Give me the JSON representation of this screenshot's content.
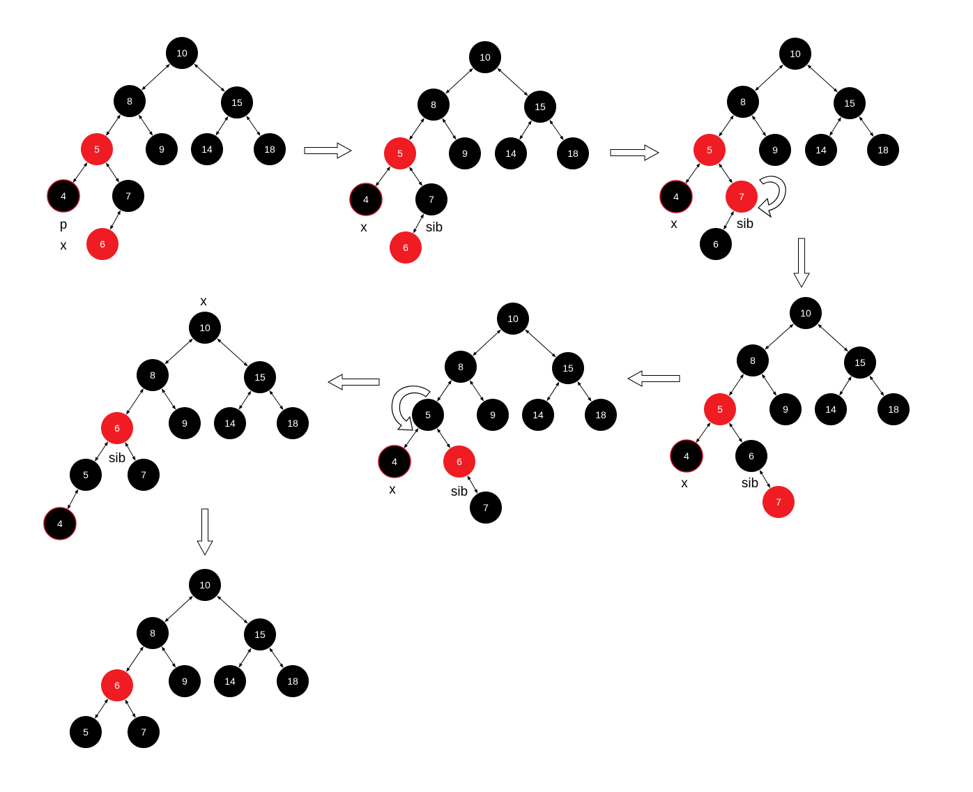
{
  "colors": {
    "red": "#ef1c23",
    "black": "#000000",
    "outline_red": "#c8102e"
  },
  "trees": [
    {
      "id": "tree-step-1",
      "nodes": [
        {
          "id": "n10",
          "label": "10",
          "color": "black"
        },
        {
          "id": "n8",
          "label": "8",
          "color": "black"
        },
        {
          "id": "n15",
          "label": "15",
          "color": "black"
        },
        {
          "id": "n5",
          "label": "5",
          "color": "red"
        },
        {
          "id": "n9",
          "label": "9",
          "color": "black"
        },
        {
          "id": "n14",
          "label": "14",
          "color": "black"
        },
        {
          "id": "n18",
          "label": "18",
          "color": "black"
        },
        {
          "id": "n4",
          "label": "4",
          "color": "black",
          "outline": true
        },
        {
          "id": "n7",
          "label": "7",
          "color": "black"
        },
        {
          "id": "n6",
          "label": "6",
          "color": "red"
        }
      ],
      "edges": [
        [
          "n10",
          "n8"
        ],
        [
          "n10",
          "n15"
        ],
        [
          "n8",
          "n5"
        ],
        [
          "n8",
          "n9"
        ],
        [
          "n15",
          "n14"
        ],
        [
          "n15",
          "n18"
        ],
        [
          "n5",
          "n4"
        ],
        [
          "n5",
          "n7"
        ],
        [
          "n7",
          "n6"
        ]
      ],
      "tags": [
        {
          "text": "p",
          "near": "n4"
        },
        {
          "text": "x",
          "near": "n4"
        }
      ]
    },
    {
      "id": "tree-step-2",
      "nodes": [
        {
          "id": "n10",
          "label": "10",
          "color": "black"
        },
        {
          "id": "n8",
          "label": "8",
          "color": "black"
        },
        {
          "id": "n15",
          "label": "15",
          "color": "black"
        },
        {
          "id": "n5",
          "label": "5",
          "color": "red"
        },
        {
          "id": "n9",
          "label": "9",
          "color": "black"
        },
        {
          "id": "n14",
          "label": "14",
          "color": "black"
        },
        {
          "id": "n18",
          "label": "18",
          "color": "black"
        },
        {
          "id": "n4",
          "label": "4",
          "color": "black",
          "outline": true
        },
        {
          "id": "n7",
          "label": "7",
          "color": "black"
        },
        {
          "id": "n6",
          "label": "6",
          "color": "red"
        }
      ],
      "edges": [
        [
          "n10",
          "n8"
        ],
        [
          "n10",
          "n15"
        ],
        [
          "n8",
          "n5"
        ],
        [
          "n8",
          "n9"
        ],
        [
          "n15",
          "n14"
        ],
        [
          "n15",
          "n18"
        ],
        [
          "n5",
          "n4"
        ],
        [
          "n5",
          "n7"
        ],
        [
          "n7",
          "n6"
        ]
      ],
      "tags": [
        {
          "text": "x",
          "near": "n4"
        },
        {
          "text": "sib",
          "near": "n7"
        }
      ]
    },
    {
      "id": "tree-step-3",
      "nodes": [
        {
          "id": "n10",
          "label": "10",
          "color": "black"
        },
        {
          "id": "n8",
          "label": "8",
          "color": "black"
        },
        {
          "id": "n15",
          "label": "15",
          "color": "black"
        },
        {
          "id": "n5",
          "label": "5",
          "color": "red"
        },
        {
          "id": "n9",
          "label": "9",
          "color": "black"
        },
        {
          "id": "n14",
          "label": "14",
          "color": "black"
        },
        {
          "id": "n18",
          "label": "18",
          "color": "black"
        },
        {
          "id": "n4",
          "label": "4",
          "color": "black",
          "outline": true
        },
        {
          "id": "n7",
          "label": "7",
          "color": "red"
        },
        {
          "id": "n6",
          "label": "6",
          "color": "black"
        }
      ],
      "edges": [
        [
          "n10",
          "n8"
        ],
        [
          "n10",
          "n15"
        ],
        [
          "n8",
          "n5"
        ],
        [
          "n8",
          "n9"
        ],
        [
          "n15",
          "n14"
        ],
        [
          "n15",
          "n18"
        ],
        [
          "n5",
          "n4"
        ],
        [
          "n5",
          "n7"
        ],
        [
          "n7",
          "n6"
        ]
      ],
      "tags": [
        {
          "text": "x",
          "near": "n4"
        },
        {
          "text": "sib",
          "near": "n7"
        }
      ],
      "rotation": "clockwise"
    },
    {
      "id": "tree-step-4",
      "nodes": [
        {
          "id": "n10",
          "label": "10",
          "color": "black"
        },
        {
          "id": "n8",
          "label": "8",
          "color": "black"
        },
        {
          "id": "n15",
          "label": "15",
          "color": "black"
        },
        {
          "id": "n5",
          "label": "5",
          "color": "red"
        },
        {
          "id": "n9",
          "label": "9",
          "color": "black"
        },
        {
          "id": "n14",
          "label": "14",
          "color": "black"
        },
        {
          "id": "n18",
          "label": "18",
          "color": "black"
        },
        {
          "id": "n4",
          "label": "4",
          "color": "black",
          "outline": true
        },
        {
          "id": "n6",
          "label": "6",
          "color": "black"
        },
        {
          "id": "n7",
          "label": "7",
          "color": "red"
        }
      ],
      "edges": [
        [
          "n10",
          "n8"
        ],
        [
          "n10",
          "n15"
        ],
        [
          "n8",
          "n5"
        ],
        [
          "n8",
          "n9"
        ],
        [
          "n15",
          "n14"
        ],
        [
          "n15",
          "n18"
        ],
        [
          "n5",
          "n4"
        ],
        [
          "n5",
          "n6"
        ],
        [
          "n6",
          "n7"
        ]
      ],
      "tags": [
        {
          "text": "x",
          "near": "n4"
        },
        {
          "text": "sib",
          "near": "n6"
        }
      ]
    },
    {
      "id": "tree-step-5",
      "nodes": [
        {
          "id": "n10",
          "label": "10",
          "color": "black"
        },
        {
          "id": "n8",
          "label": "8",
          "color": "black"
        },
        {
          "id": "n15",
          "label": "15",
          "color": "black"
        },
        {
          "id": "n5",
          "label": "5",
          "color": "black"
        },
        {
          "id": "n9",
          "label": "9",
          "color": "black"
        },
        {
          "id": "n14",
          "label": "14",
          "color": "black"
        },
        {
          "id": "n18",
          "label": "18",
          "color": "black"
        },
        {
          "id": "n4",
          "label": "4",
          "color": "black",
          "outline": true
        },
        {
          "id": "n6",
          "label": "6",
          "color": "red"
        },
        {
          "id": "n7",
          "label": "7",
          "color": "black"
        }
      ],
      "edges": [
        [
          "n10",
          "n8"
        ],
        [
          "n10",
          "n15"
        ],
        [
          "n8",
          "n5"
        ],
        [
          "n8",
          "n9"
        ],
        [
          "n15",
          "n14"
        ],
        [
          "n15",
          "n18"
        ],
        [
          "n5",
          "n4"
        ],
        [
          "n5",
          "n6"
        ],
        [
          "n6",
          "n7"
        ]
      ],
      "tags": [
        {
          "text": "x",
          "near": "n4"
        },
        {
          "text": "sib",
          "near": "n6"
        }
      ],
      "rotation": "counterclockwise"
    },
    {
      "id": "tree-step-6",
      "nodes": [
        {
          "id": "n10",
          "label": "10",
          "color": "black"
        },
        {
          "id": "n8",
          "label": "8",
          "color": "black"
        },
        {
          "id": "n15",
          "label": "15",
          "color": "black"
        },
        {
          "id": "n6",
          "label": "6",
          "color": "red"
        },
        {
          "id": "n9",
          "label": "9",
          "color": "black"
        },
        {
          "id": "n14",
          "label": "14",
          "color": "black"
        },
        {
          "id": "n18",
          "label": "18",
          "color": "black"
        },
        {
          "id": "n5",
          "label": "5",
          "color": "black"
        },
        {
          "id": "n7",
          "label": "7",
          "color": "black"
        },
        {
          "id": "n4",
          "label": "4",
          "color": "black",
          "outline": true
        }
      ],
      "edges": [
        [
          "n10",
          "n8"
        ],
        [
          "n10",
          "n15"
        ],
        [
          "n8",
          "n6"
        ],
        [
          "n8",
          "n9"
        ],
        [
          "n15",
          "n14"
        ],
        [
          "n15",
          "n18"
        ],
        [
          "n6",
          "n5"
        ],
        [
          "n6",
          "n7"
        ],
        [
          "n5",
          "n4"
        ]
      ],
      "tags": [
        {
          "text": "x",
          "near": "n10"
        },
        {
          "text": "sib",
          "near": "n6"
        }
      ]
    },
    {
      "id": "tree-step-7",
      "nodes": [
        {
          "id": "n10",
          "label": "10",
          "color": "black"
        },
        {
          "id": "n8",
          "label": "8",
          "color": "black"
        },
        {
          "id": "n15",
          "label": "15",
          "color": "black"
        },
        {
          "id": "n6",
          "label": "6",
          "color": "red"
        },
        {
          "id": "n9",
          "label": "9",
          "color": "black"
        },
        {
          "id": "n14",
          "label": "14",
          "color": "black"
        },
        {
          "id": "n18",
          "label": "18",
          "color": "black"
        },
        {
          "id": "n5",
          "label": "5",
          "color": "black"
        },
        {
          "id": "n7",
          "label": "7",
          "color": "black"
        }
      ],
      "edges": [
        [
          "n10",
          "n8"
        ],
        [
          "n10",
          "n15"
        ],
        [
          "n8",
          "n6"
        ],
        [
          "n8",
          "n9"
        ],
        [
          "n15",
          "n14"
        ],
        [
          "n15",
          "n18"
        ],
        [
          "n6",
          "n5"
        ],
        [
          "n6",
          "n7"
        ]
      ],
      "tags": []
    }
  ],
  "step_arrows": [
    {
      "from": "tree-step-1",
      "to": "tree-step-2",
      "direction": "right"
    },
    {
      "from": "tree-step-2",
      "to": "tree-step-3",
      "direction": "right"
    },
    {
      "from": "tree-step-3",
      "to": "tree-step-4",
      "direction": "down"
    },
    {
      "from": "tree-step-4",
      "to": "tree-step-5",
      "direction": "left"
    },
    {
      "from": "tree-step-5",
      "to": "tree-step-6",
      "direction": "left"
    },
    {
      "from": "tree-step-6",
      "to": "tree-step-7",
      "direction": "down"
    }
  ]
}
